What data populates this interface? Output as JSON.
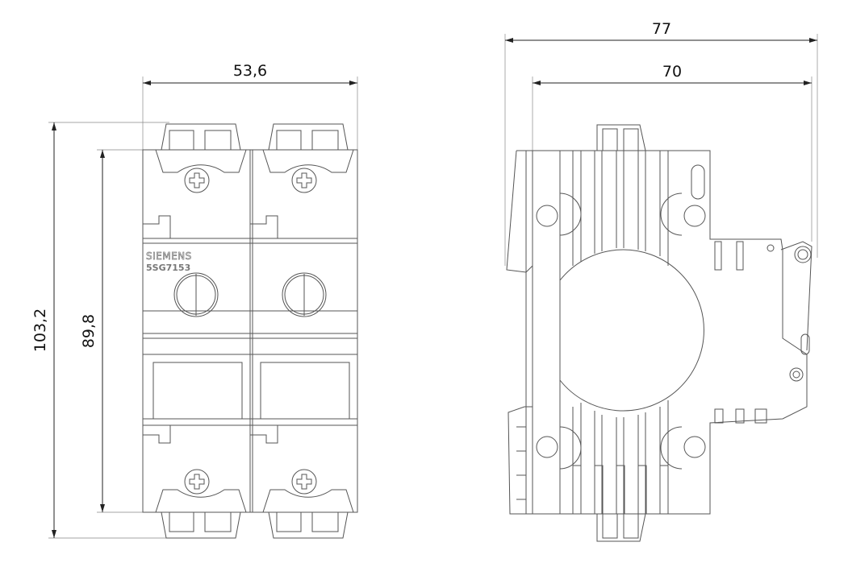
{
  "front_view": {
    "brand": "SIEMENS",
    "model": "5SG7153",
    "dimensions": {
      "width": "53,6",
      "height_total": "103,2",
      "height_body": "89,8"
    }
  },
  "side_view": {
    "dimensions": {
      "depth_total": "77",
      "depth_body": "70"
    }
  },
  "colors": {
    "line": "#555555",
    "dimension": "#222222"
  }
}
